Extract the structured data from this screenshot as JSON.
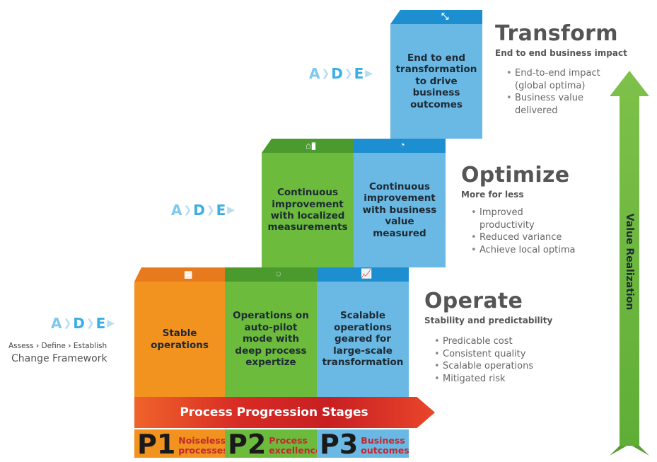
{
  "ade": {
    "a": "A",
    "d": "D",
    "e": "E"
  },
  "legend": {
    "assess": "Assess",
    "define": "Define",
    "establish": "Establish",
    "framework": "Change Framework"
  },
  "boxes": {
    "stable": "Stable operations",
    "autopilot": "Operations on auto-pilot mode with deep process expertize",
    "scalable": "Scalable operations geared for large-scale transformation",
    "localized": "Continuous improvement with localized measurements",
    "business_value": "Continuous improvement with business value measured",
    "transform_box": "End to end transformation to drive business outcomes"
  },
  "stages": {
    "operate": {
      "title": "Operate",
      "subtitle": "Stability and predictability",
      "bullets": [
        "Predicable cost",
        "Consistent quality",
        "Scalable operations",
        "Mitigated risk"
      ]
    },
    "optimize": {
      "title": "Optimize",
      "subtitle": "More for less",
      "bullets": [
        "Improved productivity",
        "Reduced variance",
        "Achieve local optima"
      ]
    },
    "transform": {
      "title": "Transform",
      "subtitle": "End to end business impact",
      "bullets": [
        "End-to-end impact  (global optima)",
        "Business value delivered"
      ]
    }
  },
  "progression": "Process Progression Stages",
  "phases": [
    {
      "code": "P1",
      "label_line1": "Noiseless",
      "label_line2": "processes"
    },
    {
      "code": "P2",
      "label_line1": "Process",
      "label_line2": "excellence"
    },
    {
      "code": "P3",
      "label_line1": "Business",
      "label_line2": "outcomes"
    }
  ],
  "value_axis": "Value Realization",
  "colors": {
    "orange": "#f3931f",
    "orange_top": "#e77a1c",
    "green": "#6cbb3c",
    "green_top": "#4a9a2e",
    "blue": "#6ab8e4",
    "blue_top": "#1d8ed0",
    "arrow_green": "#7ec14a",
    "banner_red": "#d72b25"
  },
  "icons": {
    "bricks": "bricks-icon",
    "cycle": "cycle-icon",
    "growth_chart": "growth-chart-icon",
    "house_bars": "house-bars-icon",
    "pie": "pie-chart-icon",
    "expand": "expand-arrows-icon"
  }
}
